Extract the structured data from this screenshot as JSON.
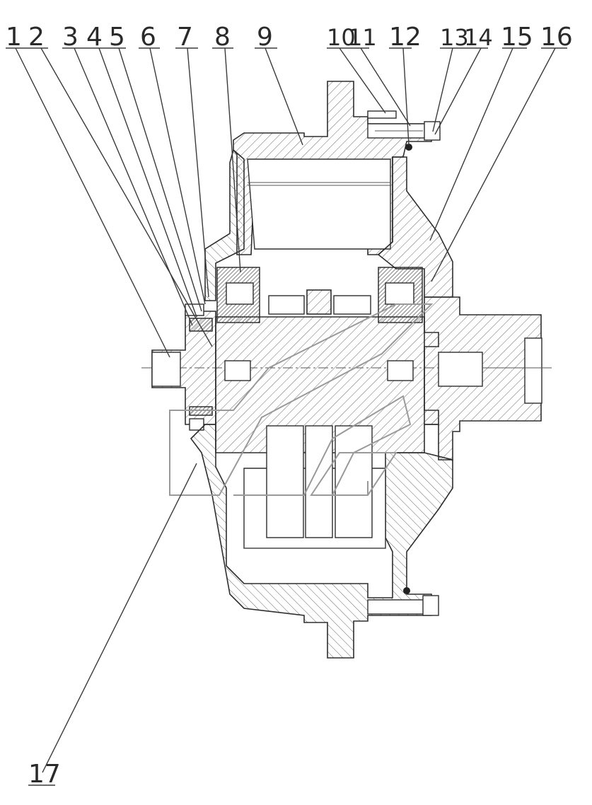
{
  "callouts": [
    {
      "id": "1",
      "label": "1"
    },
    {
      "id": "2",
      "label": "2"
    },
    {
      "id": "3",
      "label": "3"
    },
    {
      "id": "4",
      "label": "4"
    },
    {
      "id": "5",
      "label": "5"
    },
    {
      "id": "6",
      "label": "6"
    },
    {
      "id": "7",
      "label": "7"
    },
    {
      "id": "8",
      "label": "8"
    },
    {
      "id": "9",
      "label": "9"
    },
    {
      "id": "10",
      "label": "10"
    },
    {
      "id": "11",
      "label": "11"
    },
    {
      "id": "12",
      "label": "12"
    },
    {
      "id": "13",
      "label": "13"
    },
    {
      "id": "14",
      "label": "14"
    },
    {
      "id": "15",
      "label": "15"
    },
    {
      "id": "16",
      "label": "16"
    },
    {
      "id": "17",
      "label": "17"
    }
  ],
  "colors": {
    "line": "#2e2e2e",
    "hatch": "#6a6a6a",
    "background": "#ffffff",
    "watermark": "#9a9a9a"
  }
}
